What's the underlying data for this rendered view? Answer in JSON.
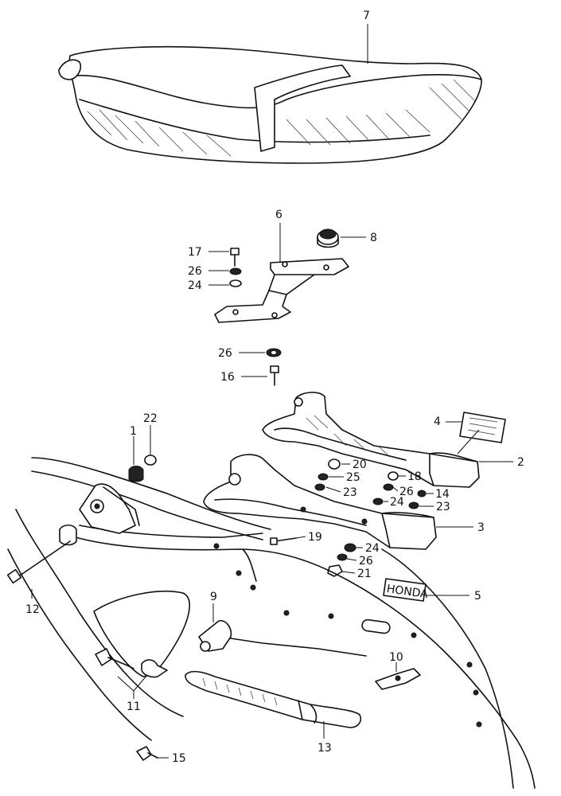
{
  "colors": {
    "ink": "#111111",
    "paper": "#ffffff"
  },
  "labels": {
    "p1": "1",
    "p2": "2",
    "p3": "3",
    "p4": "4",
    "p5": "5",
    "p6": "6",
    "p7": "7",
    "p8": "8",
    "p9": "9",
    "p10": "10",
    "p11": "11",
    "p12": "12",
    "p13": "13",
    "p14": "14",
    "p15": "15",
    "p16": "16",
    "p17": "17",
    "p18": "18",
    "p19": "19",
    "p20": "20",
    "p21": "21",
    "p22": "22",
    "p23": "23",
    "p24": "24",
    "p25": "25",
    "p26": "26"
  },
  "decals": {
    "honda_plate_text": "HONDA"
  }
}
